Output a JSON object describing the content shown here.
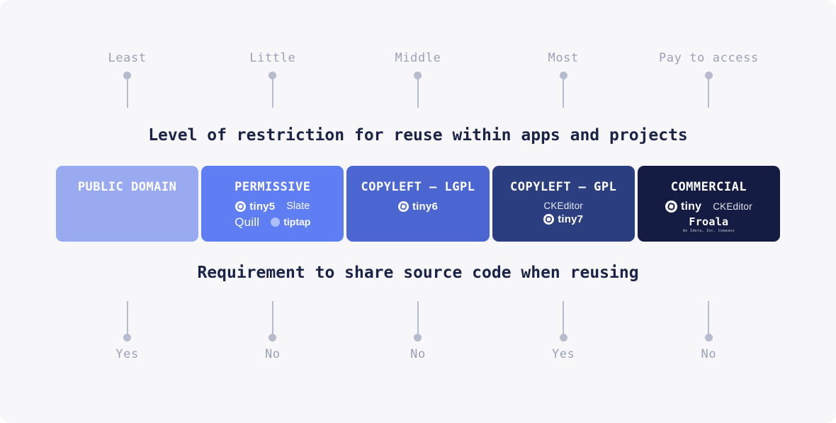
{
  "diagram": {
    "background": "#f7f7fa"
  },
  "colors": {
    "pin": "#b6bccd",
    "label": "#9aa2b8",
    "title": "#1b2347"
  },
  "restriction_axis": {
    "title": "Level of restriction for reuse within apps and projects",
    "labels": [
      "Least",
      "Little",
      "Middle",
      "Most",
      "Pay to access"
    ]
  },
  "share_axis": {
    "title": "Requirement to share source code when reusing",
    "labels": [
      "Yes",
      "No",
      "No",
      "Yes",
      "No"
    ]
  },
  "cards": [
    {
      "title": "PUBLIC DOMAIN",
      "color": "#99aaf1"
    },
    {
      "title": "PERMISSIVE",
      "color": "#5f7ef3",
      "tiny_label": "tiny5",
      "slate_label": "Slate",
      "quill_label": "Quill",
      "tiptap_label": "tiptap"
    },
    {
      "title": "COPYLEFT — LGPL",
      "color": "#4b66d0",
      "tiny_label": "tiny6"
    },
    {
      "title": "COPYLEFT — GPL",
      "color": "#2b3f80",
      "ckeditor_label": "CKEditor",
      "tiny_label": "tiny7"
    },
    {
      "title": "COMMERCIAL",
      "color": "#141c44",
      "tiny_label": "tiny",
      "ckeditor_label": "CKEditor",
      "froala_label": "Froala",
      "froala_tagline": "An Idera, Inc. Company"
    }
  ]
}
